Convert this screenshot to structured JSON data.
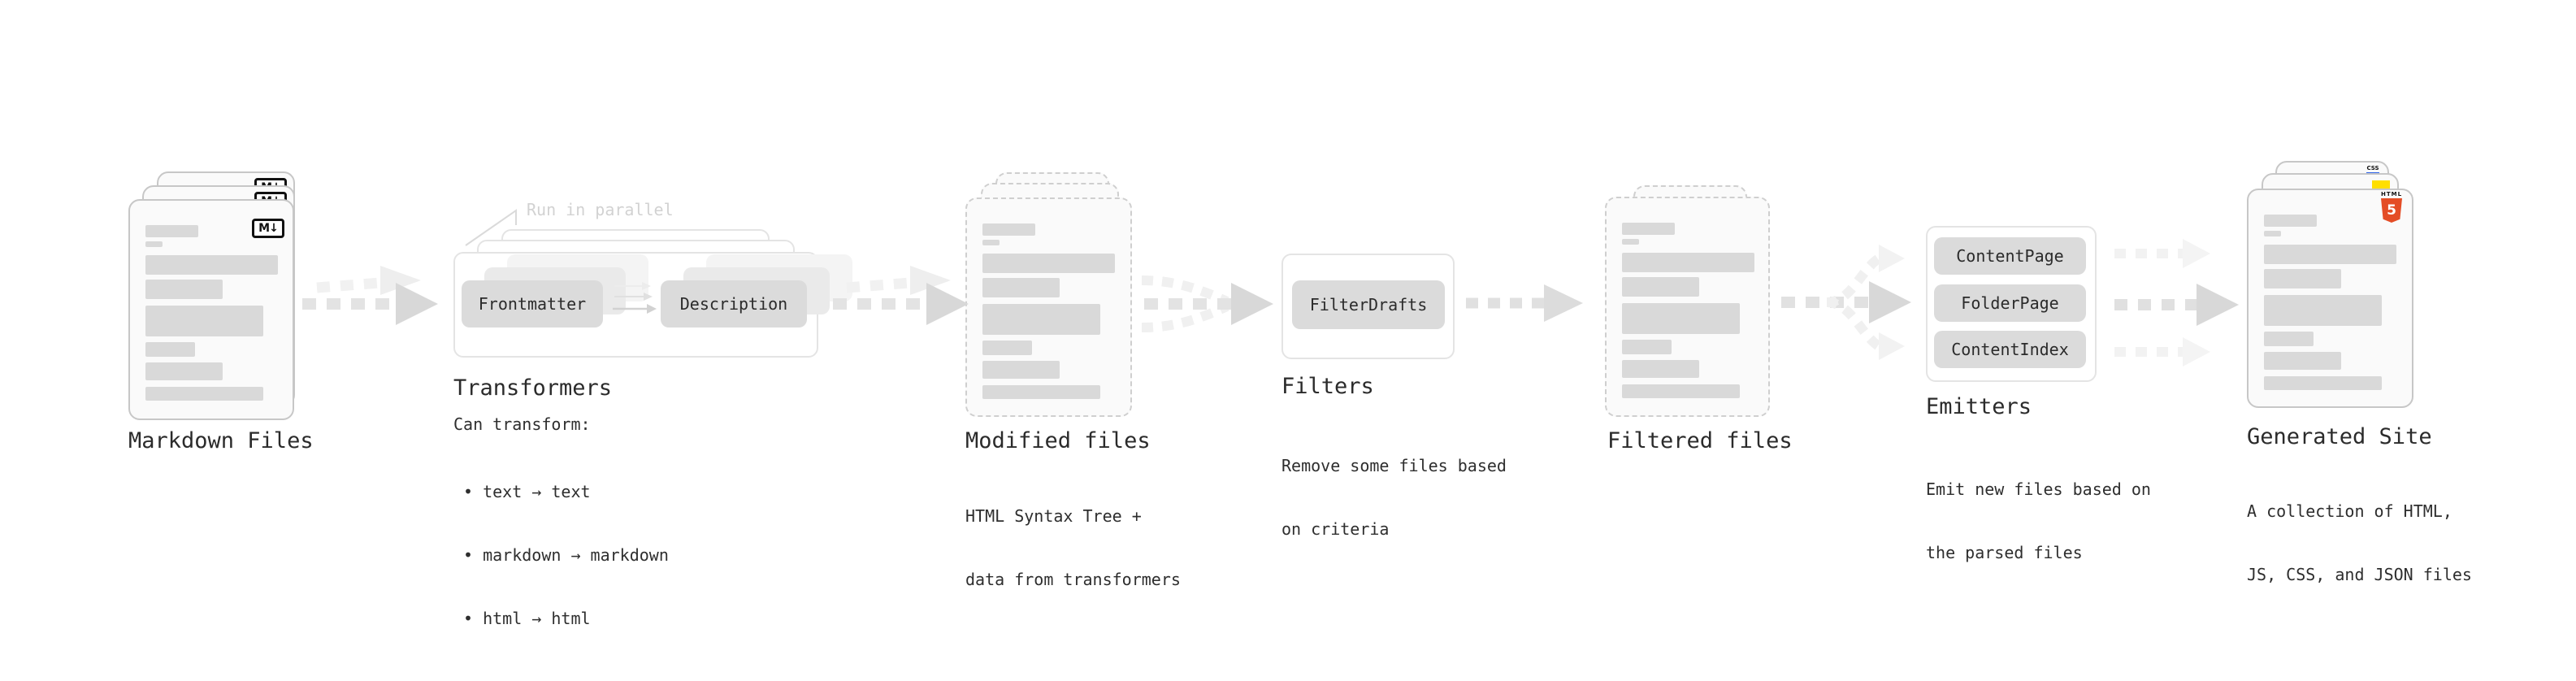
{
  "colors": {
    "background": "#ffffff",
    "card_fill": "#fafafa",
    "card_border": "#c7c7c7",
    "skeleton_bar": "#d9d9d9",
    "chip_fill": "#dbdbdb",
    "frame_border": "#e4e4e4",
    "arrow_dash": "#e3e3e3",
    "arrow_head": "#d8d8d8",
    "arrow_ghost": "#f1f1f1",
    "text": "#2b2b2b",
    "muted_note": "#d2d2d2",
    "html5_orange": "#e44d26",
    "js_yellow": "#ffdf00",
    "css_blue": "#2d62e9",
    "markdown_badge_border": "#111111"
  },
  "stages": {
    "markdown": {
      "label": "Markdown Files",
      "badge": "M↓"
    },
    "transformers": {
      "label": "Transformers",
      "note": "Run in parallel",
      "chip_left": "Frontmatter",
      "chip_right": "Description",
      "desc_title": "Can transform:",
      "bullets": [
        "• text → text",
        "• markdown → markdown",
        "• html → html"
      ]
    },
    "modified": {
      "label": "Modified files",
      "desc_line1": "HTML Syntax Tree +",
      "desc_line2": "data from transformers"
    },
    "filters": {
      "label": "Filters",
      "chip": "FilterDrafts",
      "desc_line1": "Remove some files based",
      "desc_line2": "on criteria"
    },
    "filtered": {
      "label": "Filtered files"
    },
    "emitters": {
      "label": "Emitters",
      "chips": [
        "ContentPage",
        "FolderPage",
        "ContentIndex"
      ],
      "desc_line1": "Emit new files based on",
      "desc_line2": "the parsed files"
    },
    "generated": {
      "label": "Generated Site",
      "desc_line1": "A collection of HTML,",
      "desc_line2": "JS, CSS, and JSON files",
      "badge_css": "CSS",
      "badge_html_text": "HTML",
      "badge_html_number": "5"
    }
  }
}
